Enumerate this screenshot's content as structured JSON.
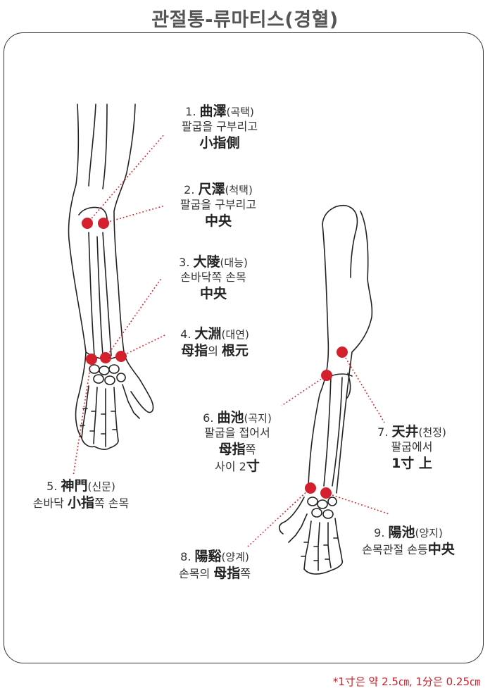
{
  "title": "관절통-류마티스(경혈)",
  "footnote": "*1寸은 약 2.5㎝, 1分은 0.25㎝",
  "colors": {
    "point": "#d4202c",
    "line": "#d4202c",
    "stroke": "#222222"
  },
  "points": [
    {
      "num": "1.",
      "hanja": "曲澤",
      "korean": "(곡택)",
      "desc": "팔굽을 구부리고",
      "emph": "小指側"
    },
    {
      "num": "2.",
      "hanja": "尺澤",
      "korean": "(척택)",
      "desc": "팔굽을 구부리고",
      "emph": "中央"
    },
    {
      "num": "3.",
      "hanja": "大陵",
      "korean": "(대능)",
      "desc": "손바닥쪽 손목",
      "emph": "中央"
    },
    {
      "num": "4.",
      "hanja": "大淵",
      "korean": "(대연)",
      "desc_a": "母指",
      "desc_b": "의",
      "emph": "根元"
    },
    {
      "num": "5.",
      "hanja": "神門",
      "korean": "(신문)",
      "desc_a": "손바닥 ",
      "desc_b": "小指",
      "desc_c": "쪽 손목"
    },
    {
      "num": "6.",
      "hanja": "曲池",
      "korean": "(곡지)",
      "desc": "팔굽을 접어서",
      "emph_a": "母指",
      "emph_b": "쪽",
      "extra_a": "사이 2",
      "extra_b": "寸"
    },
    {
      "num": "7.",
      "hanja": "天井",
      "korean": "(천정)",
      "desc": "팔굽에서",
      "emph": "1寸 上"
    },
    {
      "num": "8.",
      "hanja": "陽谿",
      "korean": "(양계)",
      "desc_a": "손목의 ",
      "desc_b": "母指",
      "desc_c": "쪽"
    },
    {
      "num": "9.",
      "hanja": "陽池",
      "korean": "(양지)",
      "desc_a": "손목관절 손등",
      "desc_b": "中央"
    }
  ]
}
